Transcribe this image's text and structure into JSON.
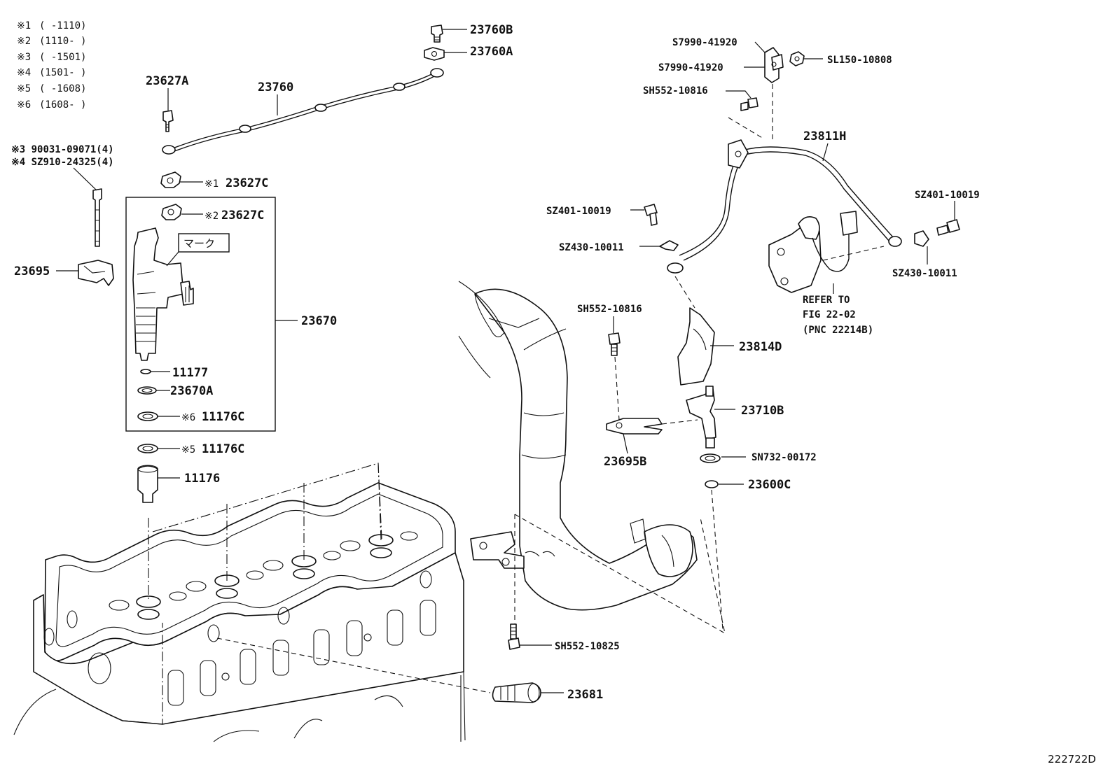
{
  "notes": [
    {
      "mark": "※1",
      "range": "(      -1110)"
    },
    {
      "mark": "※2",
      "range": "(1110-      )"
    },
    {
      "mark": "※3",
      "range": "(      -1501)"
    },
    {
      "mark": "※4",
      "range": "(1501-      )"
    },
    {
      "mark": "※5",
      "range": "(      -1608)"
    },
    {
      "mark": "※6",
      "range": "(1608-      )"
    }
  ],
  "parts": {
    "p23760B": "23760B",
    "p23760A": "23760A",
    "p23627A": "23627A",
    "p23760": "23760",
    "bolt_alt_1": "※3 90031-09071(4)",
    "bolt_alt_2": "※4 SZ910-24325(4)",
    "p23627C_1_mark": "※1",
    "p23627C_1": "23627C",
    "p23627C_2_mark": "※2",
    "p23627C_2": "23627C",
    "mark_label": "マーク",
    "p23695": "23695",
    "p23670": "23670",
    "p11177": "11177",
    "p23670A": "23670A",
    "p11176C_6_mark": "※6",
    "p11176C_6": "11176C",
    "p11176C_5_mark": "※5",
    "p11176C_5": "11176C",
    "p11176": "11176",
    "p23681": "23681",
    "pSH552_10825": "SH552-10825",
    "pS7990_41920_a": "S7990-41920",
    "pS7990_41920_b": "S7990-41920",
    "pSL150_10808": "SL150-10808",
    "pSH552_10816_a": "SH552-10816",
    "p23811H": "23811H",
    "pSZ401_10019_a": "SZ401-10019",
    "pSZ401_10019_b": "SZ401-10019",
    "pSZ430_10011_a": "SZ430-10011",
    "pSZ430_10011_b": "SZ430-10011",
    "refer_line1": "REFER TO",
    "refer_line2": "FIG 22-02",
    "refer_line3": "(PNC 22214B)",
    "pSH552_10816_b": "SH552-10816",
    "p23814D": "23814D",
    "p23710B": "23710B",
    "p23695B": "23695B",
    "pSN732_00172": "SN732-00172",
    "p23600C": "23600C"
  },
  "figure_code": "222722D"
}
